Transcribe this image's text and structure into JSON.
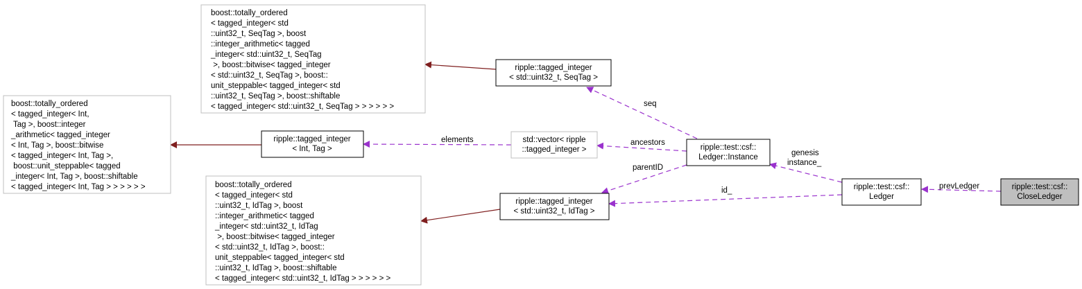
{
  "colors": {
    "inheritance_edge": "#7f1f1f",
    "usage_edge": "#9a32cd",
    "external_border": "#bfbfbf",
    "highlight_fill": "#bfbfbf"
  },
  "nodes": {
    "close_ledger": {
      "lines": [
        "ripple::test::csf::",
        "CloseLedger"
      ]
    },
    "ledger": {
      "lines": [
        "ripple::test::csf::",
        "Ledger"
      ]
    },
    "ledger_instance": {
      "lines": [
        "ripple::test::csf::",
        "Ledger::Instance"
      ]
    },
    "vector_tagged_integer": {
      "lines": [
        "std::vector< ripple",
        "::tagged_integer >"
      ]
    },
    "tagged_integer_seqtag": {
      "lines": [
        "ripple::tagged_integer",
        "< std::uint32_t, SeqTag >"
      ]
    },
    "tagged_integer_int_tag": {
      "lines": [
        "ripple::tagged_integer",
        "< Int, Tag >"
      ]
    },
    "tagged_integer_idtag": {
      "lines": [
        "ripple::tagged_integer",
        "< std::uint32_t, IdTag >"
      ]
    },
    "boost_ordered_seqtag": {
      "lines": [
        "boost::totally_ordered",
        "< tagged_integer< std",
        "::uint32_t, SeqTag >, boost",
        "::integer_arithmetic< tagged",
        "_integer< std::uint32_t, SeqTag",
        " >, boost::bitwise< tagged_integer",
        "< std::uint32_t, SeqTag >, boost::",
        "unit_steppable< tagged_integer< std",
        "::uint32_t, SeqTag >, boost::shiftable",
        "< tagged_integer< std::uint32_t, SeqTag > > > > > >"
      ]
    },
    "boost_ordered_int_tag": {
      "lines": [
        "boost::totally_ordered",
        "< tagged_integer< Int,",
        " Tag >, boost::integer",
        "_arithmetic< tagged_integer",
        "< Int, Tag >, boost::bitwise",
        "< tagged_integer< Int, Tag >,",
        " boost::unit_steppable< tagged",
        "_integer< Int, Tag >, boost::shiftable",
        "< tagged_integer< Int, Tag > > > > > >"
      ]
    },
    "boost_ordered_idtag": {
      "lines": [
        "boost::totally_ordered",
        "< tagged_integer< std",
        "::uint32_t, IdTag >, boost",
        "::integer_arithmetic< tagged",
        "_integer< std::uint32_t, IdTag",
        " >, boost::bitwise< tagged_integer",
        "< std::uint32_t, IdTag >, boost::",
        "unit_steppable< tagged_integer< std",
        "::uint32_t, IdTag >, boost::shiftable",
        "< tagged_integer< std::uint32_t, IdTag > > > > > >"
      ]
    }
  },
  "edge_labels": {
    "prev_ledger": "prevLedger",
    "genesis": "genesis",
    "instance": "instance_",
    "id": "id_",
    "parent_id": "parentID",
    "ancestors": "ancestors",
    "seq": "seq",
    "elements": "elements"
  }
}
